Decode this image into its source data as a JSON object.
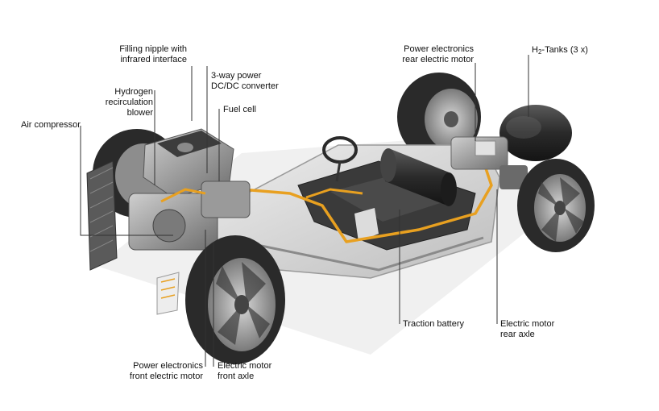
{
  "labels": {
    "filling_nipple": [
      "Filling nipple with",
      "infrared interface"
    ],
    "hydrogen_blower": [
      "Hydrogen",
      "recirculation",
      "blower"
    ],
    "dc_converter": [
      "3-way power",
      "DC/DC converter"
    ],
    "fuel_cell": [
      "Fuel cell"
    ],
    "air_compressor": [
      "Air compressor"
    ],
    "power_electronics_rear": [
      "Power electronics",
      "rear electric motor"
    ],
    "h2_tanks": {
      "prefix": "H",
      "subscript": "2",
      "suffix": "-Tanks (3 x)"
    },
    "traction_battery": [
      "Traction battery"
    ],
    "electric_motor_rear": [
      "Electric motor",
      "rear axle"
    ],
    "power_electronics_front": [
      "Power electronics",
      "front electric motor"
    ],
    "electric_motor_front": [
      "Electric motor",
      "front axle"
    ]
  },
  "colors": {
    "leader_line": "#333333",
    "hv_cable": "#e8a020",
    "chassis": "#d8d8d8",
    "tire": "#2a2a2a",
    "battery": "#3a3a3a",
    "tank": "#2c2c2c"
  }
}
